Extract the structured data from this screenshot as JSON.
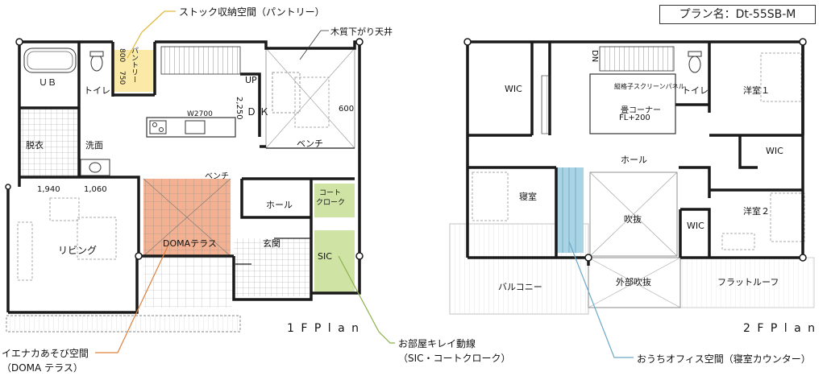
{
  "plan_name": "プラン名：Dt-55SB-M",
  "callouts": {
    "pantry": "ストック収納空間（パントリー）",
    "ceiling": "木質下がり天井",
    "doma_line1": "イエナカあそび空間",
    "doma_line2": "（DOMA テラス）",
    "clean_line1": "お部屋キレイ動線",
    "clean_line2": "（SIC・コートクローク）",
    "office": "おうちオフィス空間（寝室カウンター）"
  },
  "floor1": {
    "label": "1 F  P l a n",
    "rooms": {
      "ub": "ＵＢ",
      "toilet": "トイレ",
      "dressing": "脱衣",
      "washroom": "洗面",
      "pantry": "パントリー",
      "dk": "Ｄ Ｋ",
      "bench1": "ベンチ",
      "bench2": "ベンチ",
      "hall": "ホール",
      "coat1": "コート",
      "coat2": "クローク",
      "living": "リビング",
      "doma": "DOMAテラス",
      "entrance": "玄関",
      "sic": "SIC",
      "up": "UP"
    },
    "dims": {
      "d800": "800",
      "d750": "750",
      "w2700": "W2700",
      "d2250": "2,250",
      "d600": "600",
      "d1940": "1,940",
      "d1060": "1,060"
    }
  },
  "floor2": {
    "label": "2 F  P l a n",
    "rooms": {
      "wic1": "WIC",
      "dn": "DN",
      "screen": "縦格子スクリーンパネル",
      "tatami1": "畳コーナー",
      "tatami2": "FL+200",
      "toilet": "トイレ",
      "room1": "洋室１",
      "wic2": "WIC",
      "hall": "ホール",
      "bedroom": "寝室",
      "void": "吹抜",
      "room2": "洋室２",
      "wic3": "WIC",
      "balcony": "バルコニー",
      "ext_void": "外部吹抜",
      "flat_roof": "フラットルーフ"
    }
  },
  "colors": {
    "wall": "#1a1a1a",
    "pantry": "#fbe9a8",
    "doma": "#f4b191",
    "sic": "#cfe3a4",
    "office": "#a9d4e6",
    "accent_orange": "#e0803c",
    "accent_yellow": "#e0b83a",
    "accent_green": "#8ab24c",
    "accent_blue": "#6aa9c8"
  }
}
